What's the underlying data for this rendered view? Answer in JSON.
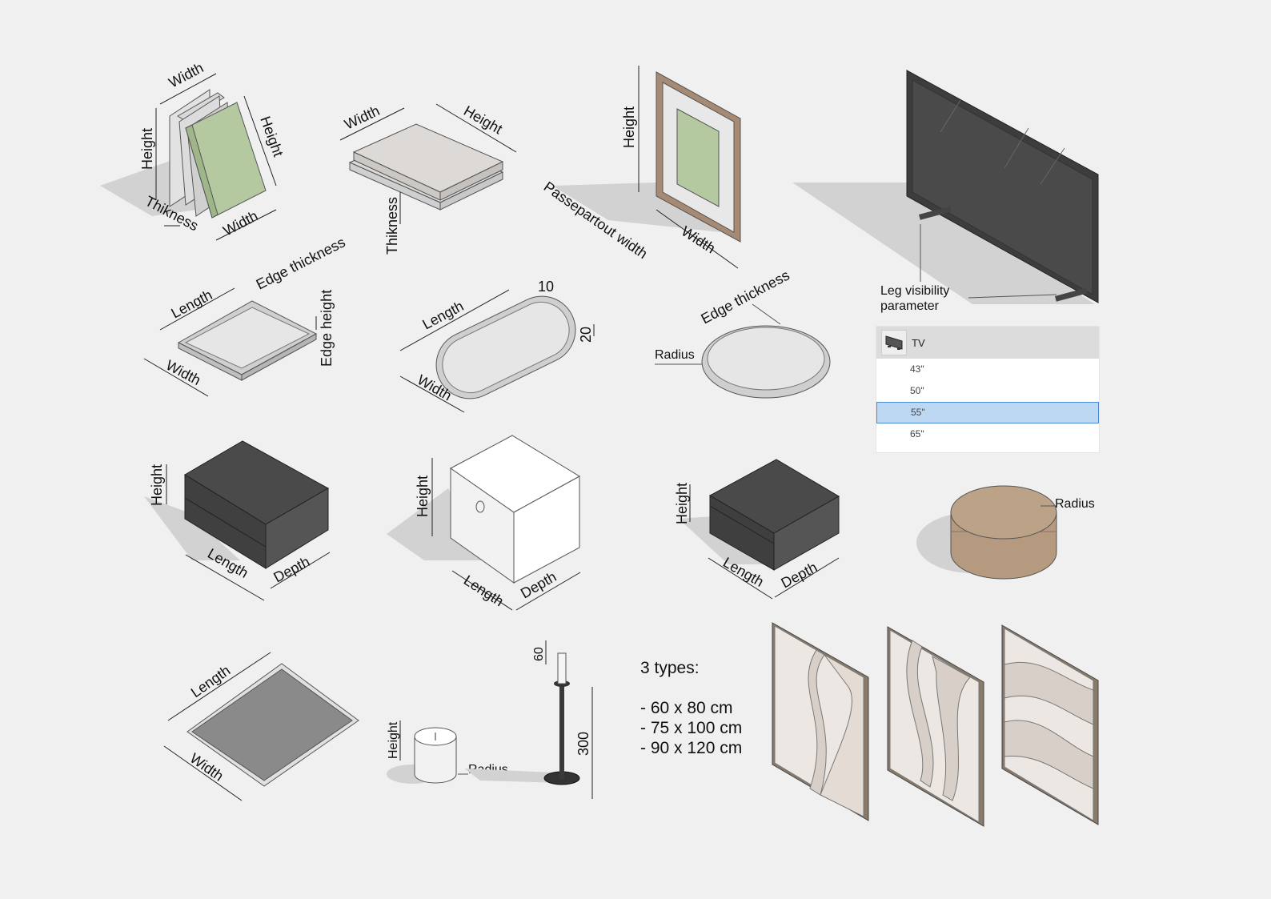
{
  "books": {
    "width_top": "Width",
    "height_left": "Height",
    "height_right": "Height",
    "thikness": "Thikness",
    "width_bottom": "Width"
  },
  "stack": {
    "width": "Width",
    "height": "Height",
    "thikness": "Thikness"
  },
  "frame": {
    "height": "Height",
    "passepartout": "Passepartout width",
    "width": "Width"
  },
  "tv": {
    "leg_visibility": "Leg visibility\nparameter",
    "leg_line1": "Leg visibility",
    "leg_line2": "parameter"
  },
  "tray_rect": {
    "length": "Length",
    "edge_thickness": "Edge thickness",
    "edge_height": "Edge height",
    "width": "Width"
  },
  "tray_oval": {
    "length": "Length",
    "ten": "10",
    "twenty": "20",
    "width": "Width"
  },
  "tray_round": {
    "edge_thickness": "Edge thickness",
    "radius": "Radius"
  },
  "dropdown": {
    "title": "TV",
    "options": [
      "43\"",
      "50\"",
      "55\"",
      "65\""
    ],
    "selected_index": 2,
    "icon": "tv-icon"
  },
  "drawer": {
    "height": "Height",
    "length": "Length",
    "depth": "Depth"
  },
  "cube": {
    "height": "Height",
    "length": "Length",
    "depth": "Depth"
  },
  "box": {
    "height": "Height",
    "length": "Length",
    "depth": "Depth"
  },
  "round_box": {
    "radius": "Radius"
  },
  "rug": {
    "length": "Length",
    "width": "Width"
  },
  "candle": {
    "height": "Height",
    "radius": "Radius"
  },
  "candlestick": {
    "sixty": "60",
    "three_hundred": "300"
  },
  "panels": {
    "title": "3 types:",
    "sizes": [
      "- 60 x 80 cm",
      "- 75 x 100 cm",
      "- 90 x 120 cm"
    ]
  },
  "colors": {
    "background": "#f0f0f0",
    "green": "#b5c9a0",
    "dark": "#4a4a4a",
    "wood": "#b59a80",
    "select": "#bcd8f3"
  }
}
